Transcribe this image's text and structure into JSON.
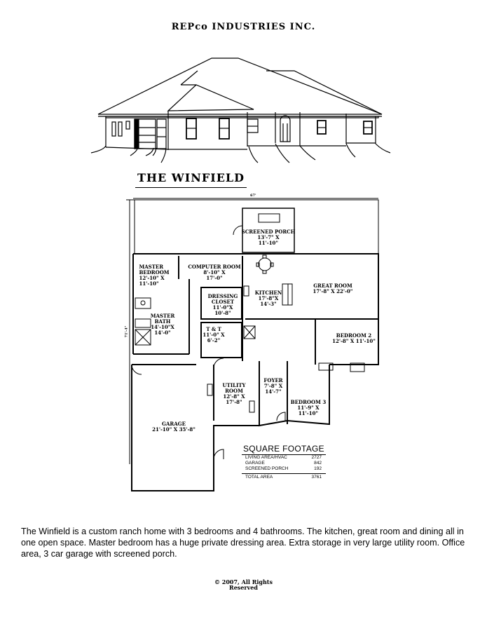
{
  "header": {
    "company": "REPco INDUSTRIES INC.",
    "plan_name": "THE WINFIELD"
  },
  "dimensions": {
    "width": "67'",
    "depth": "71'-4\""
  },
  "rooms": [
    {
      "name": [
        "SCREENED PORCH"
      ],
      "size": [
        "13'-7\" X",
        "11'-10\""
      ]
    },
    {
      "name": [
        "MASTER",
        "BEDROOM"
      ],
      "size": [
        "12'-10\" X",
        "11'-10\""
      ]
    },
    {
      "name": [
        "COMPUTER ROOM"
      ],
      "size": [
        "8'-10\" X",
        "17'-0\""
      ]
    },
    {
      "name": [
        "GREAT ROOM"
      ],
      "size": [
        "17'-8\" X 22'-0\""
      ]
    },
    {
      "name": [
        "KITCHEN"
      ],
      "size": [
        "17'-8\"X",
        "14'-3\""
      ]
    },
    {
      "name": [
        "DRESSING",
        "CLOSET"
      ],
      "size": [
        "11'-0\"X",
        "10'-8\""
      ]
    },
    {
      "name": [
        "MASTER",
        "BATH"
      ],
      "size": [
        "14'-10\"X",
        "14'-0\""
      ]
    },
    {
      "name": [
        "T & T"
      ],
      "size": [
        "11'-0\" X",
        "6'-2\""
      ]
    },
    {
      "name": [
        "BEDROOM 2"
      ],
      "size": [
        "12'-8\" X 11'-10\""
      ]
    },
    {
      "name": [
        "UTILITY",
        "ROOM"
      ],
      "size": [
        "12'-8\" X",
        "17'-8\""
      ]
    },
    {
      "name": [
        "FOYER"
      ],
      "size": [
        "7'-8\" X",
        "14'-7\""
      ]
    },
    {
      "name": [
        "BEDROOM 3"
      ],
      "size": [
        "11'-9\" X",
        "11'-10\""
      ]
    },
    {
      "name": [
        "GARAGE"
      ],
      "size": [
        "21'-10\" X 35'-8\""
      ]
    }
  ],
  "square_footage": {
    "title": "SQUARE FOOTAGE",
    "rows": [
      {
        "label": "LIVING AREA/HVAC",
        "value": "2727"
      },
      {
        "label": "GARAGE",
        "value": "842"
      },
      {
        "label": "SCREENED PORCH",
        "value": "192"
      }
    ],
    "total": {
      "label": "TOTAL AREA",
      "value": "3761"
    }
  },
  "description": "The Winfield is a custom ranch home with 3 bedrooms and 4 bathrooms.  The kitchen, great room and dining all in one open space.  Master bedroom has a huge private dressing area.  Extra storage in very large utility room.  Office area, 3 car garage with screened porch.",
  "copyright": [
    "© 2007, All Rights",
    "Reserved"
  ]
}
